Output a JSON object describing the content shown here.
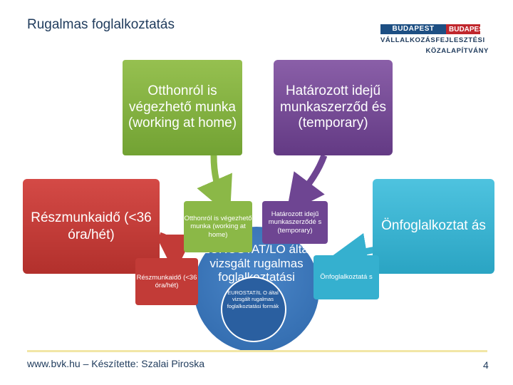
{
  "title": "Rugalmas foglalkoztatás",
  "logo": {
    "brand": "BUDAPEST",
    "line1": "BUDAPESTI",
    "line2": "VÁLLALKOZÁSFEJLESZTÉSI",
    "line3": "KÖZALAPÍTVÁNY"
  },
  "boxes": {
    "home": "Otthonról is végezhető munka (working at home)",
    "temporary": "Határozott idejű munkaszerződ és (temporary)",
    "part_time": "Részmunkaidő (<36 óra/hét)",
    "self_employed": "Önfoglalkoztat ás"
  },
  "small_boxes": {
    "home": "Otthonról is végezhető munka (working at home)",
    "temporary": "Határozott idejű munkaszerződé s (temporary)",
    "part_time": "Részmunkaidő (<36 óra/hét)",
    "self_employed": "Önfoglalkoztatá s"
  },
  "center": {
    "main": "EUROSTAT/LO által vizsgált rugalmas foglalkoztatási",
    "inner": "EUROSTAT/IL O által vizsgált rugalmas foglalkoztatási formák"
  },
  "colors": {
    "green": "#7aab3a",
    "purple": "#6e4592",
    "red": "#c23b37",
    "teal": "#35b0cf",
    "blue": "#2e67aa"
  },
  "footer": {
    "credit": "www.bvk.hu – Készítette: Szalai Piroska",
    "page": "4"
  }
}
